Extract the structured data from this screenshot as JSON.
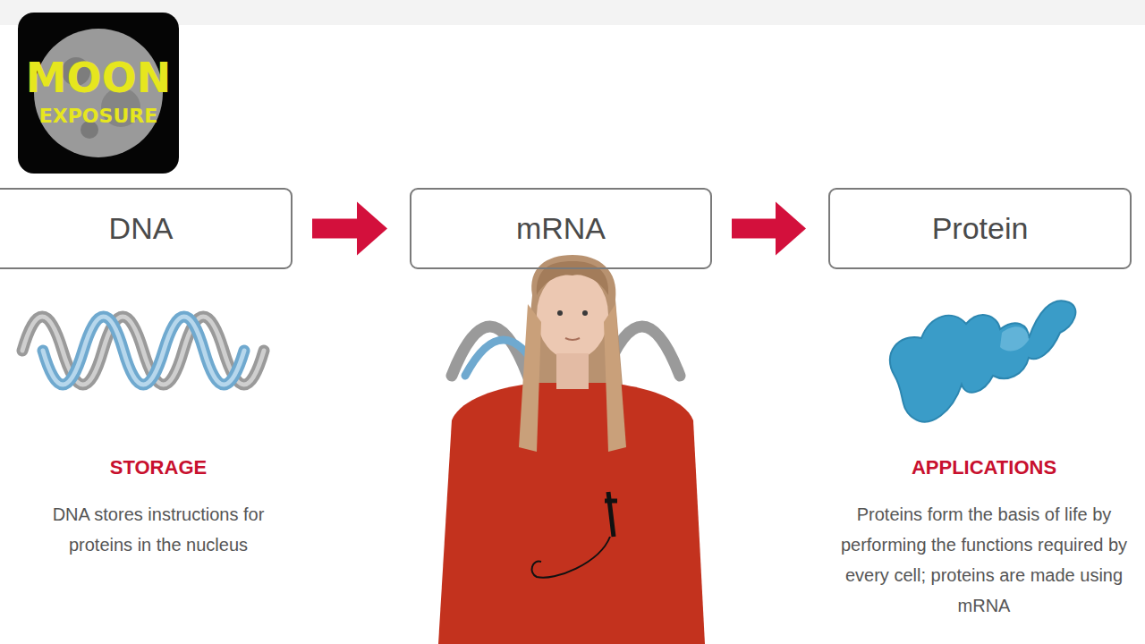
{
  "diagram": {
    "nodes": [
      {
        "text": [
          "DNA"
        ]
      },
      {
        "text": [
          "mRNA"
        ]
      },
      {
        "text": [
          "Protein"
        ]
      }
    ],
    "edges": [
      {
        "from": 0,
        "to": 1,
        "arrow": "to"
      },
      {
        "from": 1,
        "to": 2,
        "arrow": "to"
      }
    ],
    "labels": [
      "STORAGE",
      "DNA stores instructions for proteins in the nucleus",
      "APPLICATIONS",
      "Proteins form the basis of life by performing the functions required by every cell; proteins are made using mRNA",
      "MOON",
      "EXPOSURE"
    ]
  }
}
